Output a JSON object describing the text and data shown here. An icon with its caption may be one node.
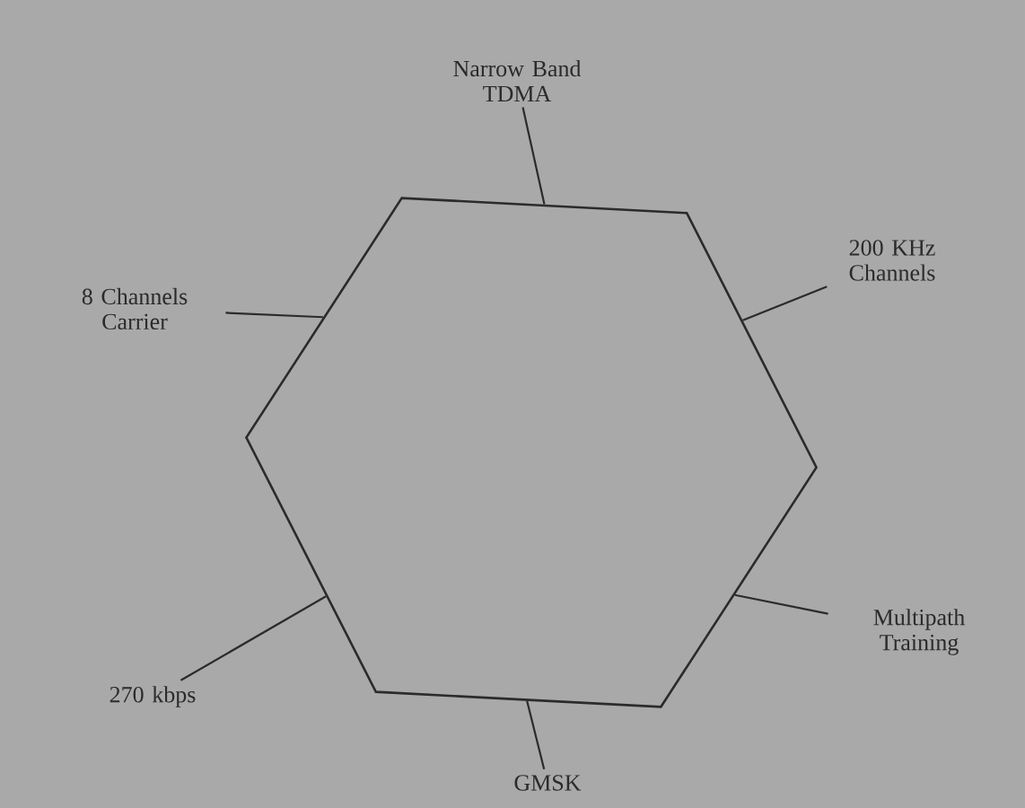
{
  "diagram": {
    "nodes": [
      {
        "text": [],
        "shape": "hexagon"
      },
      {
        "text": [
          "Narrow Band TDMA"
        ]
      },
      {
        "text": [
          "8 Channels Carrier"
        ]
      },
      {
        "text": [
          "200 KHz Channels"
        ]
      },
      {
        "text": [
          "270 kbps"
        ]
      },
      {
        "text": [
          "Multipath Training"
        ]
      },
      {
        "text": [
          "GMSK"
        ]
      }
    ],
    "edges": [
      {
        "from": 1,
        "to": 0,
        "arrow": "none"
      },
      {
        "from": 2,
        "to": 0,
        "arrow": "none"
      },
      {
        "from": 3,
        "to": 0,
        "arrow": "none"
      },
      {
        "from": 4,
        "to": 0,
        "arrow": "none"
      },
      {
        "from": 5,
        "to": 0,
        "arrow": "none"
      },
      {
        "from": 6,
        "to": 0,
        "arrow": "none"
      }
    ]
  }
}
